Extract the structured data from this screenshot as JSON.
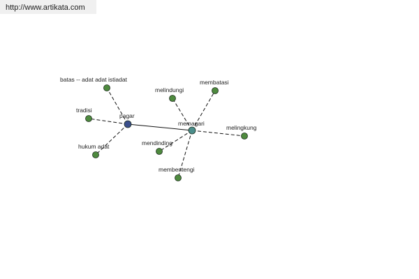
{
  "header": {
    "url_text": "http://www.artikata.com"
  },
  "graph": {
    "colors": {
      "root_node": "#3b4f8c",
      "hub_node": "#4b8e8b",
      "leaf_node": "#4e8a3e",
      "node_stroke": "#1e2e1e",
      "edge": "#111111"
    },
    "nodes": [
      {
        "id": "pagar",
        "label": "pagar",
        "kind": "root"
      },
      {
        "id": "memagari",
        "label": "memagari",
        "kind": "hub"
      },
      {
        "id": "batas",
        "label": "batas -- adat adat istiadat",
        "kind": "leaf"
      },
      {
        "id": "tradisi",
        "label": "tradisi",
        "kind": "leaf"
      },
      {
        "id": "hukum_adat",
        "label": "hukum adat",
        "kind": "leaf"
      },
      {
        "id": "melindungi",
        "label": "melindungi",
        "kind": "leaf"
      },
      {
        "id": "membatasi",
        "label": "membatasi",
        "kind": "leaf"
      },
      {
        "id": "melingkung",
        "label": "melingkung",
        "kind": "leaf"
      },
      {
        "id": "mendinding",
        "label": "mendinding",
        "kind": "leaf"
      },
      {
        "id": "membentengi",
        "label": "membentengi",
        "kind": "leaf"
      }
    ],
    "edges": [
      {
        "from": "pagar",
        "to": "memagari",
        "style": "solid"
      },
      {
        "from": "pagar",
        "to": "batas",
        "style": "dashed"
      },
      {
        "from": "pagar",
        "to": "tradisi",
        "style": "dashed"
      },
      {
        "from": "pagar",
        "to": "hukum_adat",
        "style": "dashed"
      },
      {
        "from": "memagari",
        "to": "melindungi",
        "style": "dashed"
      },
      {
        "from": "memagari",
        "to": "membatasi",
        "style": "dashed"
      },
      {
        "from": "memagari",
        "to": "melingkung",
        "style": "dashed"
      },
      {
        "from": "memagari",
        "to": "mendinding",
        "style": "dashed"
      },
      {
        "from": "memagari",
        "to": "membentengi",
        "style": "dashed"
      }
    ]
  }
}
